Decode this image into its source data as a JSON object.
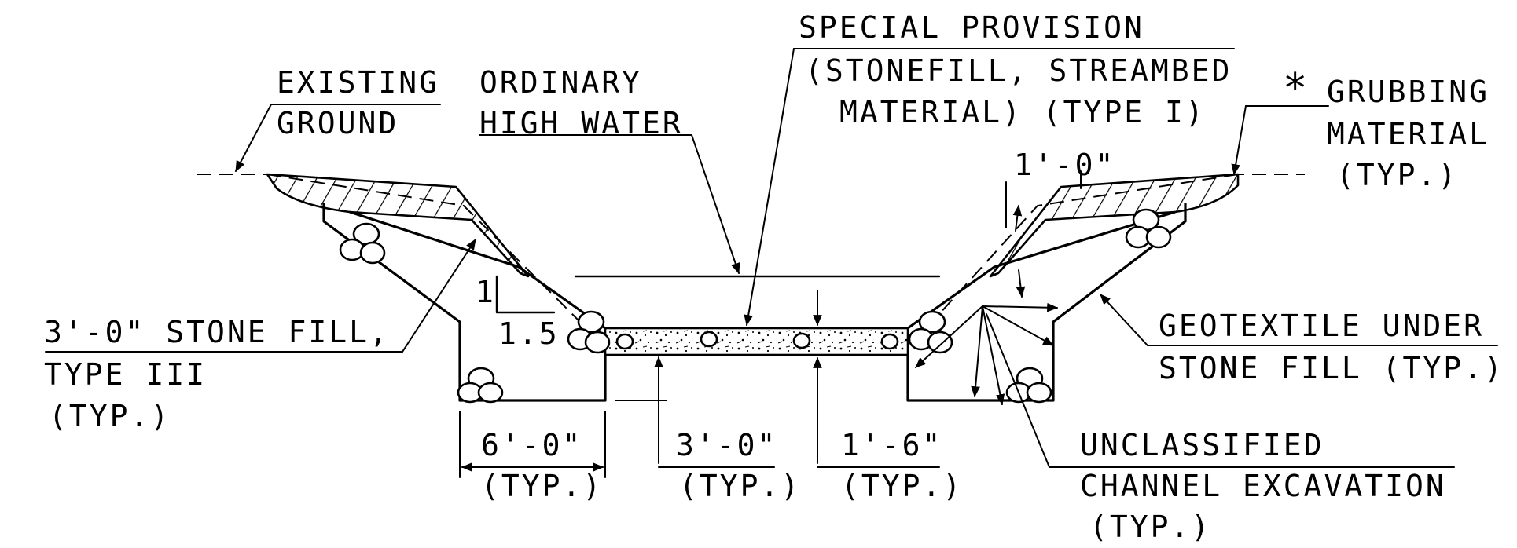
{
  "labels": {
    "existing_ground": [
      "EXISTING",
      "GROUND"
    ],
    "ordinary_high_water": [
      "ORDINARY",
      "HIGH WATER"
    ],
    "special_provision": [
      "SPECIAL PROVISION",
      "(STONEFILL, STREAMBED",
      "MATERIAL) (TYPE I)"
    ],
    "grubbing_material": [
      "GRUBBING",
      "MATERIAL",
      "(TYP.)"
    ],
    "grubbing_symbol": "*",
    "top_dim": "1'-0\"",
    "slope_rise": "1",
    "slope_run": "1.5",
    "stone_fill": [
      "3'-0\" STONE FILL,",
      "TYPE III",
      "(TYP.)"
    ],
    "geotextile": [
      "GEOTEXTILE UNDER",
      "STONE FILL (TYP.)"
    ],
    "unclassified": [
      "UNCLASSIFIED",
      "CHANNEL EXCAVATION",
      "(TYP.)"
    ],
    "dim_6ft": [
      "6'-0\"",
      "(TYP.)"
    ],
    "dim_3ft": [
      "3'-0\"",
      "(TYP.)"
    ],
    "dim_1ft6": [
      "1'-6\"",
      "(TYP.)"
    ]
  }
}
